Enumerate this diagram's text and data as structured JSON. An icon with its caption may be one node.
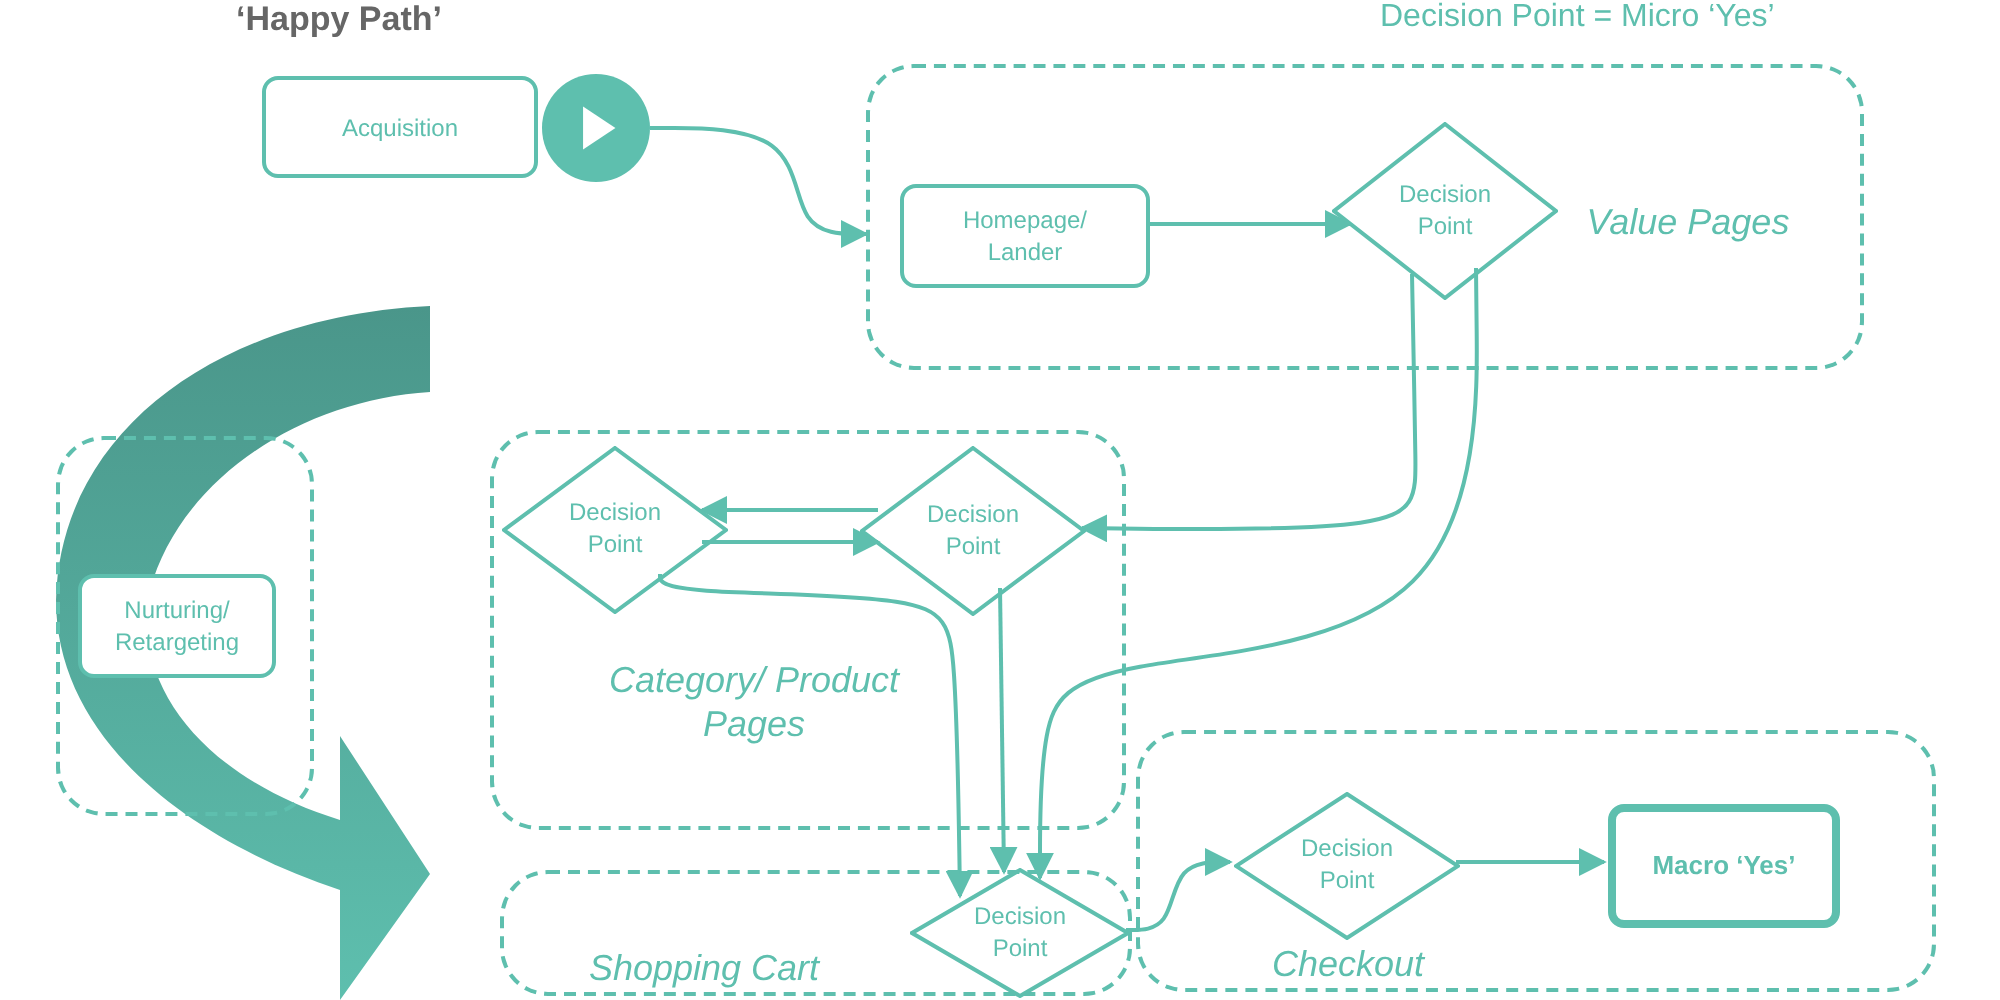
{
  "diagram": {
    "title": "‘Happy Path’",
    "nodes": [
      {
        "text": [
          "Acquisition"
        ]
      },
      {
        "text": [],
        "shape": "circle"
      },
      {
        "text": [
          "Value Pages"
        ]
      },
      {
        "text": [
          "Homepage/ Lander"
        ],
        "in": 2
      },
      {
        "text": [
          "Decision Point"
        ],
        "in": 2
      },
      {
        "text": [],
        "shape": "box"
      },
      {
        "text": [
          "Nurturing/ Retargeting"
        ],
        "in": 5
      },
      {
        "text": [
          "Category/ Product Pages"
        ]
      },
      {
        "text": [
          "Decision Point"
        ],
        "in": 7
      },
      {
        "text": [
          "Decision Point"
        ],
        "in": 7
      },
      {
        "text": [
          "Shopping Cart"
        ]
      },
      {
        "text": [
          "Decision Point"
        ],
        "in": 10
      },
      {
        "text": [
          "Checkout"
        ]
      },
      {
        "text": [
          "Decision Point"
        ],
        "in": 12
      },
      {
        "text": [
          "Macro ‘Yes’"
        ],
        "in": 12
      }
    ],
    "edges": [
      {
        "from": 1,
        "to": 2,
        "arrow": "to"
      },
      {
        "from": 3,
        "to": 4,
        "arrow": "to"
      },
      {
        "from": 4,
        "to": 9,
        "arrow": "to"
      },
      {
        "from": 4,
        "to": 11,
        "arrow": "to"
      },
      {
        "from": 9,
        "to": 8,
        "arrow": "to"
      },
      {
        "from": 8,
        "to": 9,
        "arrow": "to"
      },
      {
        "from": 8,
        "to": 11,
        "arrow": "to"
      },
      {
        "from": 9,
        "to": 11,
        "arrow": "to"
      },
      {
        "from": 11,
        "to": 13,
        "arrow": "to"
      },
      {
        "from": 13,
        "to": 14,
        "arrow": "to"
      }
    ],
    "labels": [
      "Decision Point = Micro ‘Yes’"
    ]
  }
}
